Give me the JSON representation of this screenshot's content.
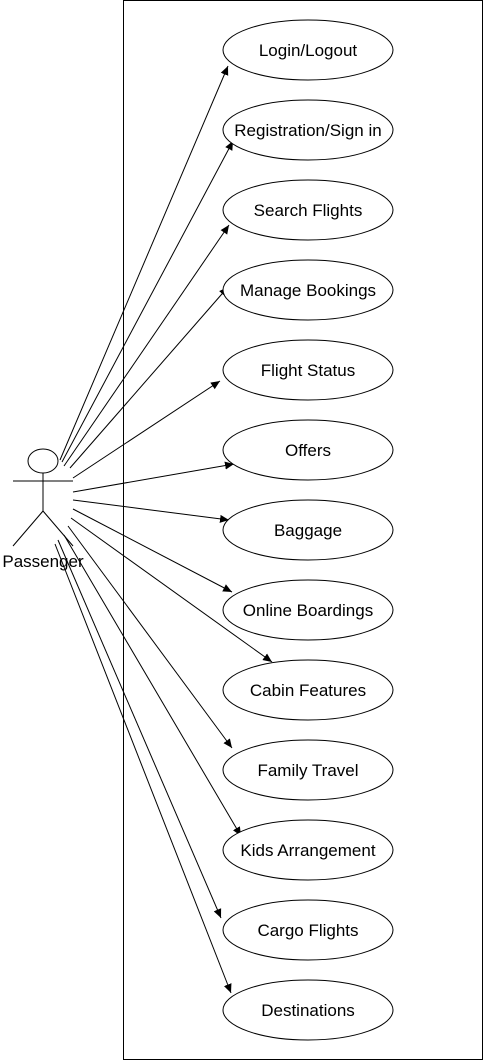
{
  "diagram": {
    "type": "use-case",
    "actor": {
      "label": "Passenger"
    },
    "use_cases": [
      {
        "id": "login-logout",
        "label": "Login/Logout"
      },
      {
        "id": "registration-sign-in",
        "label": "Registration/Sign in"
      },
      {
        "id": "search-flights",
        "label": "Search Flights"
      },
      {
        "id": "manage-bookings",
        "label": "Manage Bookings"
      },
      {
        "id": "flight-status",
        "label": "Flight Status"
      },
      {
        "id": "offers",
        "label": "Offers"
      },
      {
        "id": "baggage",
        "label": "Baggage"
      },
      {
        "id": "online-boardings",
        "label": "Online Boardings"
      },
      {
        "id": "cabin-features",
        "label": "Cabin Features"
      },
      {
        "id": "family-travel",
        "label": "Family Travel"
      },
      {
        "id": "kids-arrangement",
        "label": "Kids Arrangement"
      },
      {
        "id": "cargo-flights",
        "label": "Cargo Flights"
      },
      {
        "id": "destinations",
        "label": "Destinations"
      }
    ],
    "associations": [
      {
        "from": "Passenger",
        "to": "login-logout"
      },
      {
        "from": "Passenger",
        "to": "registration-sign-in"
      },
      {
        "from": "Passenger",
        "to": "search-flights"
      },
      {
        "from": "Passenger",
        "to": "manage-bookings"
      },
      {
        "from": "Passenger",
        "to": "flight-status"
      },
      {
        "from": "Passenger",
        "to": "offers"
      },
      {
        "from": "Passenger",
        "to": "baggage"
      },
      {
        "from": "Passenger",
        "to": "online-boardings"
      },
      {
        "from": "Passenger",
        "to": "cabin-features"
      },
      {
        "from": "Passenger",
        "to": "family-travel"
      },
      {
        "from": "Passenger",
        "to": "kids-arrangement"
      },
      {
        "from": "Passenger",
        "to": "cargo-flights"
      },
      {
        "from": "Passenger",
        "to": "destinations"
      }
    ],
    "colors": {
      "stroke": "#000000",
      "fill": "#ffffff",
      "text": "#000000"
    }
  }
}
